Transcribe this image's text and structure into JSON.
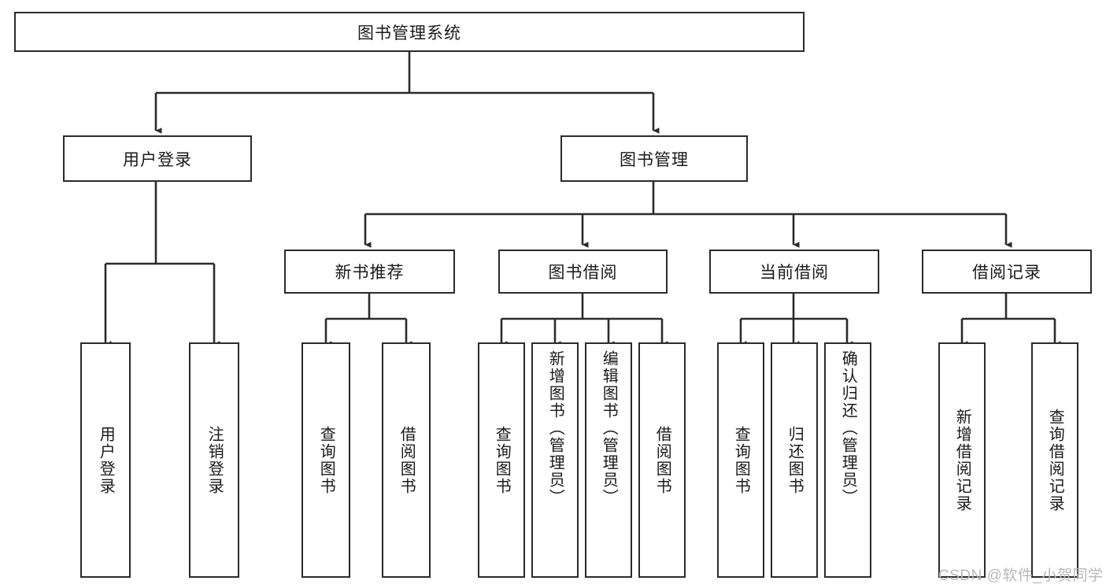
{
  "diagram": {
    "title": "图书管理系统",
    "type": "function-structure-tree",
    "root": {
      "id": "root",
      "label": "图书管理系统",
      "orientation": "horizontal"
    },
    "level2": [
      {
        "id": "user-login",
        "label": "用户登录",
        "orientation": "horizontal"
      },
      {
        "id": "book-management",
        "label": "图书管理",
        "orientation": "horizontal"
      }
    ],
    "level3": [
      {
        "id": "new-book-recommend",
        "label": "新书推荐",
        "orientation": "horizontal",
        "parent": "book-management"
      },
      {
        "id": "book-borrow",
        "label": "图书借阅",
        "orientation": "horizontal",
        "parent": "book-management"
      },
      {
        "id": "current-borrow",
        "label": "当前借阅",
        "orientation": "horizontal",
        "parent": "book-management"
      },
      {
        "id": "borrow-record",
        "label": "借阅记录",
        "orientation": "horizontal",
        "parent": "book-management"
      }
    ],
    "leaves": [
      {
        "id": "leaf-user-login",
        "label": "用户登录",
        "parent": "user-login",
        "orientation": "vertical"
      },
      {
        "id": "leaf-logout",
        "label": "注销登录",
        "parent": "user-login",
        "orientation": "vertical"
      },
      {
        "id": "leaf-query-book-1",
        "label": "查询图书",
        "parent": "new-book-recommend",
        "orientation": "vertical"
      },
      {
        "id": "leaf-borrow-book-1",
        "label": "借阅图书",
        "parent": "new-book-recommend",
        "orientation": "vertical"
      },
      {
        "id": "leaf-query-book-2",
        "label": "查询图书",
        "parent": "book-borrow",
        "orientation": "vertical"
      },
      {
        "id": "leaf-add-book",
        "label": "新增图书（管理员）",
        "parent": "book-borrow",
        "orientation": "vertical"
      },
      {
        "id": "leaf-edit-book",
        "label": "编辑图书（管理员）",
        "parent": "book-borrow",
        "orientation": "vertical"
      },
      {
        "id": "leaf-borrow-book-2",
        "label": "借阅图书",
        "parent": "book-borrow",
        "orientation": "vertical"
      },
      {
        "id": "leaf-query-book-3",
        "label": "查询图书",
        "parent": "current-borrow",
        "orientation": "vertical"
      },
      {
        "id": "leaf-return-book",
        "label": "归还图书",
        "parent": "current-borrow",
        "orientation": "vertical"
      },
      {
        "id": "leaf-confirm-return",
        "label": "确认归还（管理员）",
        "parent": "current-borrow",
        "orientation": "vertical"
      },
      {
        "id": "leaf-add-record",
        "label": "新增借阅记录",
        "parent": "borrow-record",
        "orientation": "vertical"
      },
      {
        "id": "leaf-query-record",
        "label": "查询借阅记录",
        "parent": "borrow-record",
        "orientation": "vertical"
      }
    ],
    "watermark": "CSDN @软件_小贺同学",
    "colors": {
      "stroke": "#2b2b2b",
      "background": "#ffffff",
      "text": "#1a1a1a",
      "watermark": "#b9b9b9"
    }
  }
}
